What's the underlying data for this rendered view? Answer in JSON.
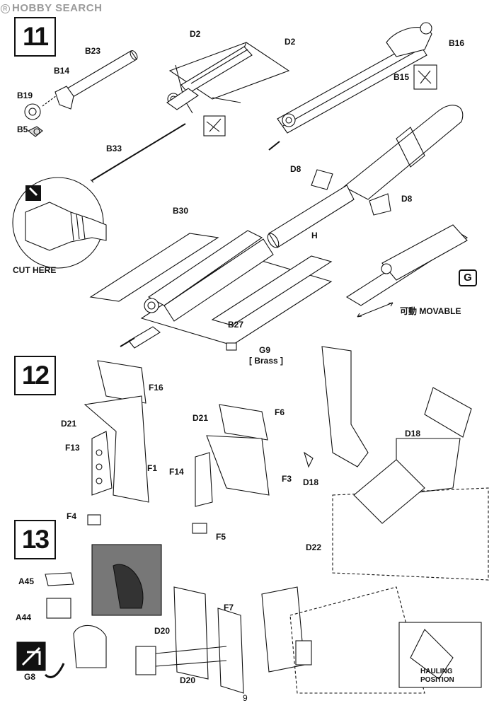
{
  "watermark": "HOBBY SEARCH",
  "steps": [
    {
      "number": "11",
      "labels": {
        "B23": "B23",
        "B14": "B14",
        "B19": "B19",
        "B5": "B5",
        "D2a": "D2",
        "D2b": "D2",
        "B16": "B16",
        "B15": "B15",
        "B33": "B33",
        "D8a": "D8",
        "D8b": "D8",
        "H": "H",
        "B30": "B30",
        "cut": "CUT HERE",
        "B27": "B27",
        "G9": "G9",
        "brass": "[ Brass ]",
        "movable": "可動  MOVABLE",
        "G": "G"
      }
    },
    {
      "number": "12",
      "labels": {
        "F16": "F16",
        "D21a": "D21",
        "F13": "F13",
        "F1": "F1",
        "F4": "F4",
        "D21b": "D21",
        "F6": "F6",
        "F14": "F14",
        "F3": "F3",
        "F5": "F5",
        "D18a": "D18",
        "D18b": "D18",
        "D22": "D22"
      }
    },
    {
      "number": "13",
      "labels": {
        "A45": "A45",
        "A44": "A44",
        "G8": "G8",
        "F7": "F7",
        "D20a": "D20",
        "D20b": "D20",
        "hauling": "HAULING POSITION"
      }
    }
  ],
  "icons": [
    "no-glue-icon",
    "glue-icon",
    "caution-icon",
    "photo-reference-icon"
  ],
  "page_number": "9"
}
